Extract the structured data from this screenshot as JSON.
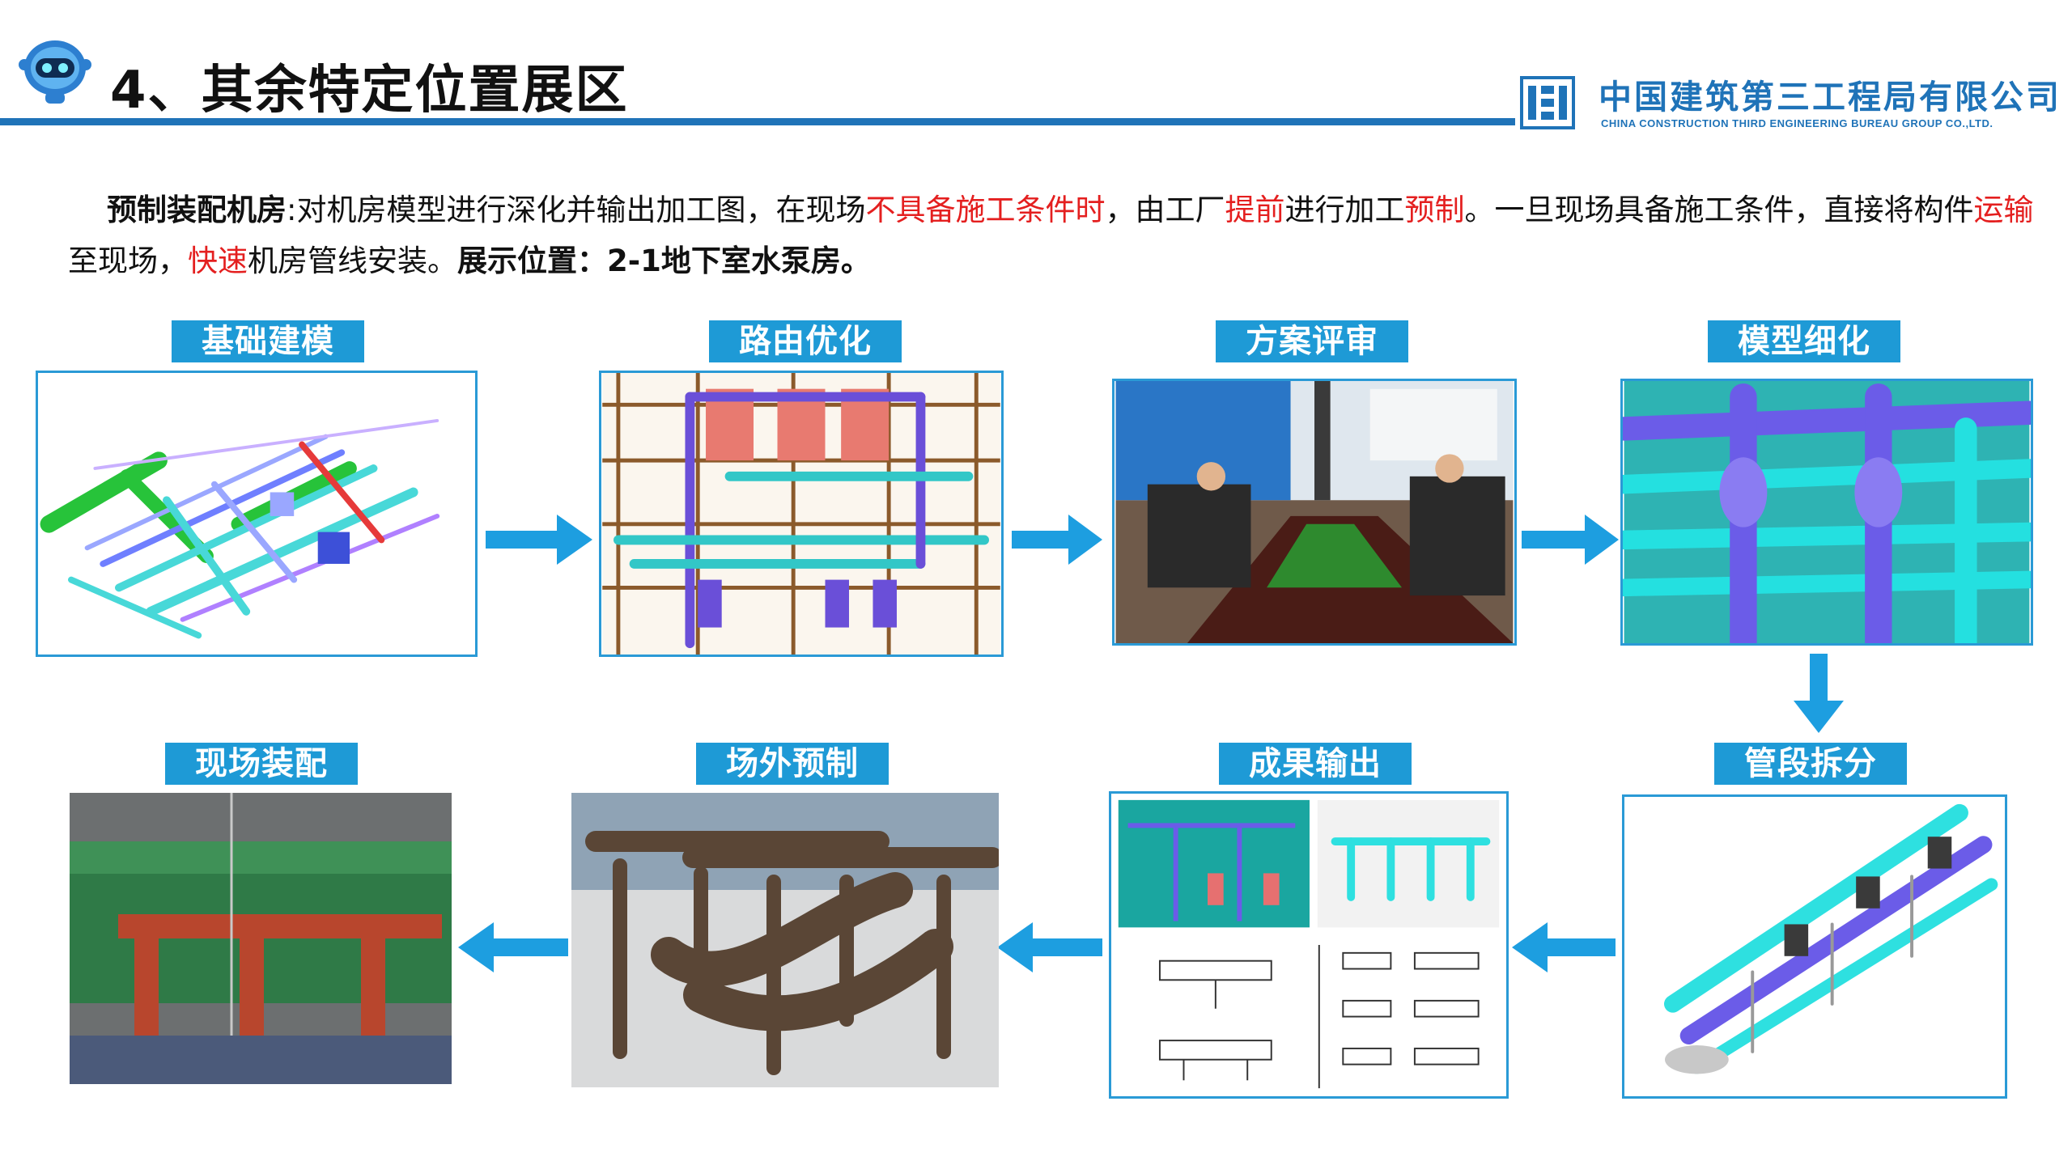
{
  "header": {
    "title": "4、其余特定位置展区",
    "company_cn": "中国建筑第三工程局有限公司",
    "company_en": "CHINA CONSTRUCTION THIRD ENGINEERING BUREAU GROUP CO.,LTD.",
    "mascot_icon": "robot-mascot-icon",
    "logo_icon": "cscec-logo-icon"
  },
  "intro": {
    "p1": "预制装配机房",
    "p2": ":对机房模型进行深化并输出加工图，在现场",
    "p3": "不具备施工条件时",
    "p4": "，由工厂",
    "p5": "提前",
    "p6": "进行加工",
    "p7": "预制",
    "p8": "。一旦现场具备施工条件，直接将构件",
    "p9": "运输",
    "p10": "至现场，",
    "p11": "快速",
    "p12": "机房管线安装。",
    "p13": "展示位置：2-1地下室水泵房。"
  },
  "steps": [
    {
      "label": "基础建模"
    },
    {
      "label": "路由优化"
    },
    {
      "label": "方案评审"
    },
    {
      "label": "模型细化"
    },
    {
      "label": "管段拆分"
    },
    {
      "label": "成果输出"
    },
    {
      "label": "场外预制"
    },
    {
      "label": "现场装配"
    }
  ],
  "colors": {
    "brand_blue": "#1f73b8",
    "label_blue": "#1e9ad6",
    "highlight_red": "#e41f1f",
    "arrow_blue": "#1d9ee0"
  }
}
